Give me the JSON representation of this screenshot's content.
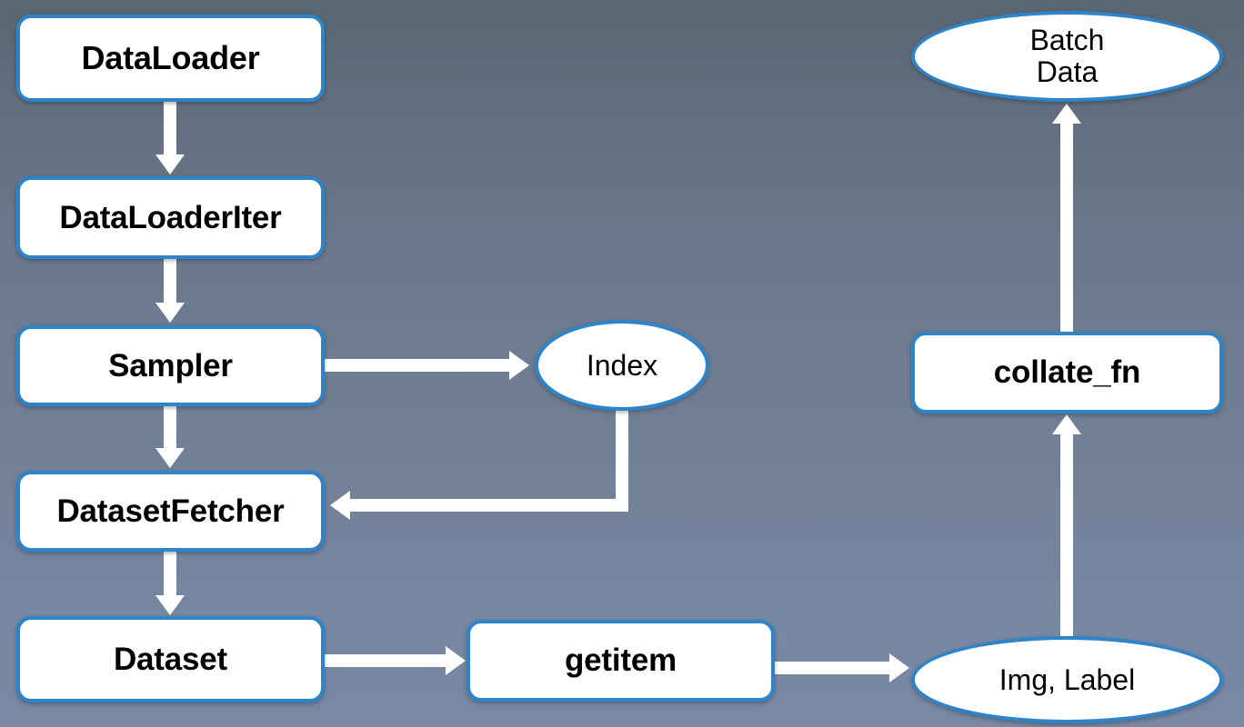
{
  "diagram": {
    "title": "PyTorch DataLoader data flow",
    "background": {
      "gradient_top": "#5a6573",
      "gradient_bottom": "#7789a5"
    },
    "style": {
      "node_fill": "#ffffff",
      "node_border": "#2e84c8",
      "connector_color": "#ffffff",
      "text_color": "#000000"
    },
    "nodes": [
      {
        "id": "dataloader",
        "label": "DataLoader",
        "shape": "box",
        "weight": "bold"
      },
      {
        "id": "dataloaderiter",
        "label": "DataLoaderIter",
        "shape": "box",
        "weight": "bold"
      },
      {
        "id": "sampler",
        "label": "Sampler",
        "shape": "box",
        "weight": "bold"
      },
      {
        "id": "datasetfetcher",
        "label": "DatasetFetcher",
        "shape": "box",
        "weight": "bold"
      },
      {
        "id": "dataset",
        "label": "Dataset",
        "shape": "box",
        "weight": "bold"
      },
      {
        "id": "index",
        "label": "Index",
        "shape": "ellipse",
        "weight": "normal"
      },
      {
        "id": "getitem",
        "label": "getitem",
        "shape": "box",
        "weight": "bold"
      },
      {
        "id": "imglabel",
        "label": "Img, Label",
        "shape": "ellipse",
        "weight": "normal"
      },
      {
        "id": "collate_fn",
        "label": "collate_fn",
        "shape": "box",
        "weight": "bold"
      },
      {
        "id": "batchdata_l1",
        "label": "Batch",
        "shape": "ellipse",
        "weight": "normal"
      },
      {
        "id": "batchdata_l2",
        "label": "Data",
        "shape": "ellipse",
        "weight": "normal"
      }
    ],
    "edges": [
      {
        "from": "dataloader",
        "to": "dataloaderiter",
        "direction": "down"
      },
      {
        "from": "dataloaderiter",
        "to": "sampler",
        "direction": "down"
      },
      {
        "from": "sampler",
        "to": "datasetfetcher",
        "direction": "down"
      },
      {
        "from": "sampler",
        "to": "index",
        "direction": "right"
      },
      {
        "from": "index",
        "to": "datasetfetcher",
        "direction": "down-left"
      },
      {
        "from": "datasetfetcher",
        "to": "dataset",
        "direction": "down"
      },
      {
        "from": "dataset",
        "to": "getitem",
        "direction": "right"
      },
      {
        "from": "getitem",
        "to": "imglabel",
        "direction": "right"
      },
      {
        "from": "imglabel",
        "to": "collate_fn",
        "direction": "up"
      },
      {
        "from": "collate_fn",
        "to": "batchdata",
        "direction": "up"
      }
    ]
  }
}
